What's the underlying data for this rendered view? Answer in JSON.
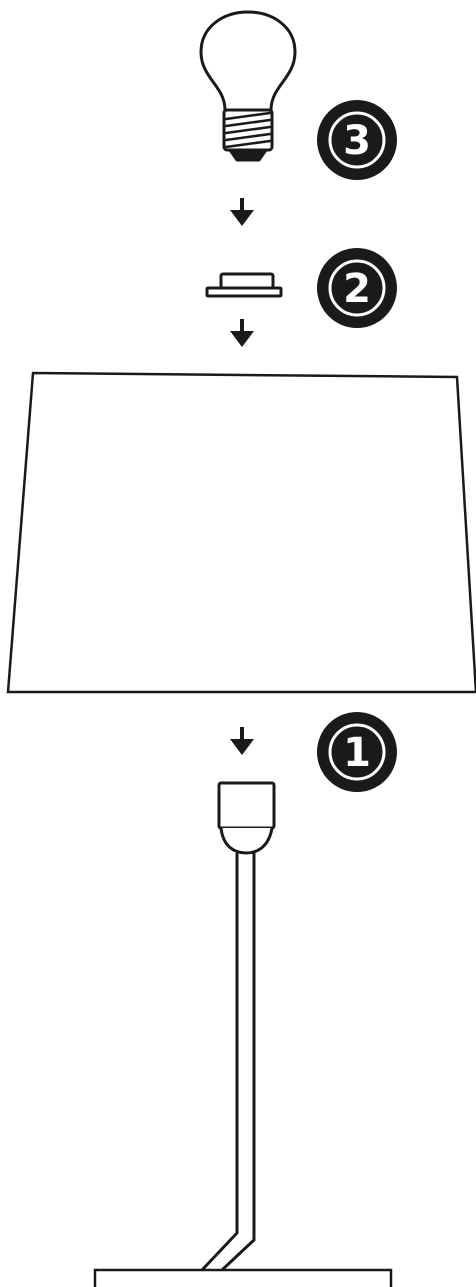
{
  "colors": {
    "line": "#1a1a1a",
    "badge_fill": "#1a1a1a",
    "badge_ring": "#ffffff",
    "badge_text": "#ffffff",
    "background": "#ffffff"
  },
  "steps": [
    {
      "number": "3",
      "part": "light-bulb"
    },
    {
      "number": "2",
      "part": "shade-ring"
    },
    {
      "number": "1",
      "part": "socket-on-lamp-base"
    }
  ],
  "icons": {
    "bulb": "light-bulb-icon",
    "ring": "shade-ring-icon",
    "shade": "lamp-shade",
    "socket": "lamp-socket",
    "stem": "lamp-stem",
    "base": "lamp-base",
    "arrow": "arrow-down-icon"
  }
}
